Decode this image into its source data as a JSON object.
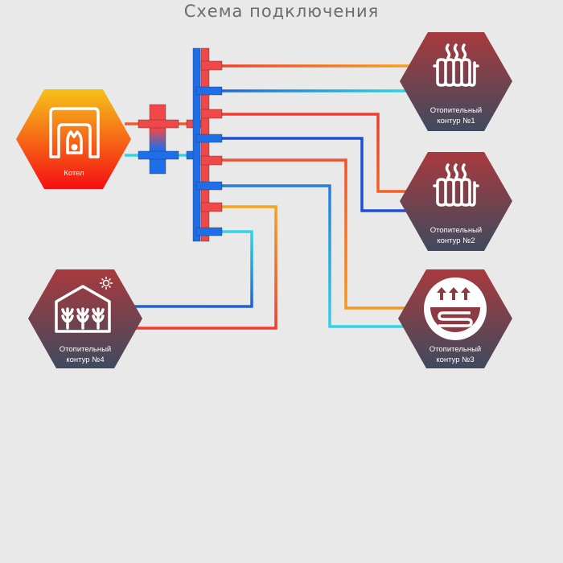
{
  "title": "Схема подключения",
  "boiler": {
    "label": "Котел",
    "icon": "boiler-flame-icon"
  },
  "circuits": [
    {
      "line1": "Отопительный",
      "line2": "контур  №1",
      "icon": "radiator-icon"
    },
    {
      "line1": "Отопительный",
      "line2": "контур  №2",
      "icon": "radiator-icon"
    },
    {
      "line1": "Отопительный",
      "line2": "контур  №3",
      "icon": "floor-heating-icon"
    },
    {
      "line1": "Отопительный",
      "line2": "контур  №4",
      "icon": "greenhouse-icon"
    }
  ],
  "colors": {
    "hot": "#f03a2e",
    "warm": "#f7a21c",
    "cold": "#1f5fd6",
    "cool": "#2fd6e6",
    "manifold_hot": "#f04848",
    "manifold_cold": "#1d6ee8",
    "circuit_top": "#a83a3e",
    "circuit_bottom": "#3f4a5e",
    "boiler_top": "#f6c21a",
    "boiler_bottom": "#f50f12"
  }
}
